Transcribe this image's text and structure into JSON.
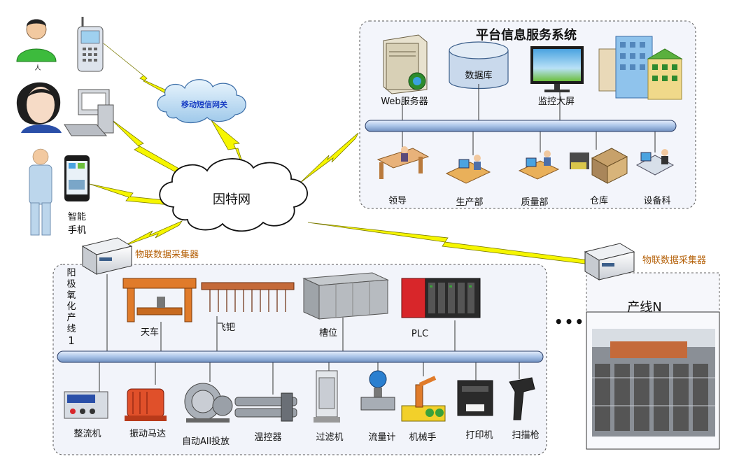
{
  "cloud_internet": "因特网",
  "cloud_sms": "移动短信网关",
  "users": {
    "person_label": "人",
    "smartphone_label_1": "智能",
    "smartphone_label_2": "手机"
  },
  "platform": {
    "title": "平台信息服务系统",
    "servers": [
      "Web服务器",
      "数据库",
      "监控大屏"
    ],
    "departments": [
      "领导",
      "生产部",
      "质量部",
      "仓库",
      "设备科"
    ]
  },
  "collector_left": "物联数据采集器",
  "collector_right": "物联数据采集器",
  "line1": {
    "label_chars": [
      "阳",
      "极",
      "氧",
      "化",
      "产",
      "线",
      "1"
    ],
    "top_devices": [
      "天车",
      "飞钯",
      "槽位",
      "PLC"
    ],
    "bottom_devices": [
      "整流机",
      "振动马达",
      "自动All投放",
      "温控器",
      "过滤机",
      "流量计",
      "机械手",
      "打印机",
      "扫描枪"
    ]
  },
  "lineN": {
    "title": "产线N"
  },
  "ellipsis": "•••",
  "colors": {
    "cloud": "#d4eaf8",
    "cloud_stroke": "#3b6ea8",
    "bus": "#a9c3e8",
    "lightning": "#f6f600",
    "label_orange": "#b45f06",
    "panel_bg": "#f2f4fa"
  }
}
